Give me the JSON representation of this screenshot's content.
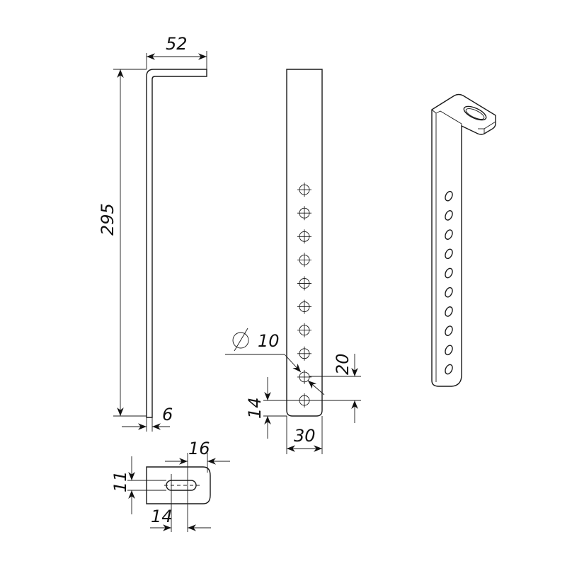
{
  "drawing": {
    "side_view": {
      "height_label": "295",
      "flange_label": "52",
      "thickness_label": "6"
    },
    "front_view": {
      "hole_diameter_label": "10",
      "diameter_symbol": "Ø",
      "hole_pitch_label": "20",
      "end_offset_label": "14",
      "width_label": "30",
      "hole_count": 10
    },
    "flange_view": {
      "slot_length_label": "16",
      "slot_width_label": "11",
      "slot_offset_label": "14"
    },
    "iso_view": {
      "hole_count": 10
    }
  }
}
